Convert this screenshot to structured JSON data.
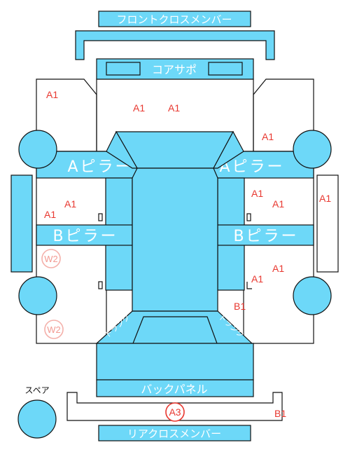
{
  "parts": {
    "front_cross_member": "フロントクロスメンバー",
    "core_support": "コアサポ",
    "a_pillar_left": "Aピラー",
    "a_pillar_right": "Aピラー",
    "b_pillar_left": "Bピラー",
    "b_pillar_right": "Bピラー",
    "back_panel": "バックパネル",
    "rear_cross_member": "リアクロスメンバー",
    "spare": "スペア",
    "trunk_left": "トランク",
    "trunk_right": "トランク"
  },
  "damage_codes": {
    "hood_left": "A1",
    "hood_center_1": "A1",
    "hood_center_2": "A1",
    "front_right_fender": "A1",
    "right_side_outer": "A1",
    "front_left_door_1": "A1",
    "front_left_door_2": "A1",
    "front_right_door_1": "A1",
    "front_right_door_2": "A1",
    "rear_right_door_1": "A1",
    "rear_right_door_2": "A1",
    "rear_right_quarter": "B1",
    "rear_left_door": "W2",
    "rear_left_quarter": "W2",
    "rear_bumper": "A3",
    "rear_bumper_right": "B1"
  },
  "colors": {
    "panel_fill": "#6dd8f8",
    "damage_text": "#e8372f",
    "faint_mark": "#f29a92"
  }
}
